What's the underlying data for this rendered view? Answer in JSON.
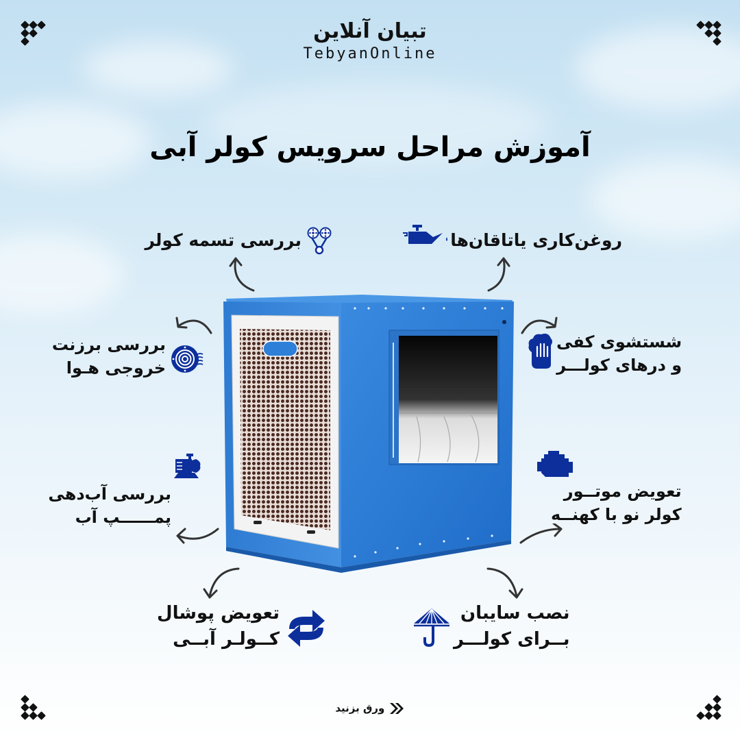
{
  "brand": {
    "name_fa": "تبیان آنلاین",
    "name_en": "TebyanOnline"
  },
  "title": "آموزش مراحل سرویس کولر آبی",
  "colors": {
    "icon_blue": "#0d2f9c",
    "cooler_blue": "#2f7fd6",
    "text": "#111111",
    "sky_top": "#c3e0f2",
    "sky_bottom": "#ffffff"
  },
  "steps": [
    {
      "id": "belt",
      "line1": "بررسی تسمه کولر",
      "line2": "",
      "icon": "belt-pulley-icon"
    },
    {
      "id": "bearing",
      "line1": "روغن‌کاری یاتاقان‌ها",
      "line2": "",
      "icon": "oil-can-icon"
    },
    {
      "id": "outlet",
      "line1": "بررسی برزنت",
      "line2": "خروجی هـوا",
      "icon": "air-vent-icon"
    },
    {
      "id": "wash",
      "line1": "شستشوی کفی",
      "line2": "و درهای کولـــر",
      "icon": "washing-hand-icon"
    },
    {
      "id": "pump",
      "line1": "بررسی آب‌دهی",
      "line2": "پمــــــپ آب",
      "icon": "water-pump-icon"
    },
    {
      "id": "motor",
      "line1": "تعویض موتــور",
      "line2": "کولر نو با کهنــه",
      "icon": "engine-icon"
    },
    {
      "id": "pad",
      "line1": "تعویض پوشال",
      "line2": "کــولـر آبــی",
      "icon": "refresh-icon"
    },
    {
      "id": "canopy",
      "line1": "نصب سایبان",
      "line2": "بــرای کولـــر",
      "icon": "umbrella-canopy-icon"
    }
  ],
  "footer": {
    "swipe_label": "ورق بزنید",
    "swipe_icon": "double-chevron-icon"
  }
}
